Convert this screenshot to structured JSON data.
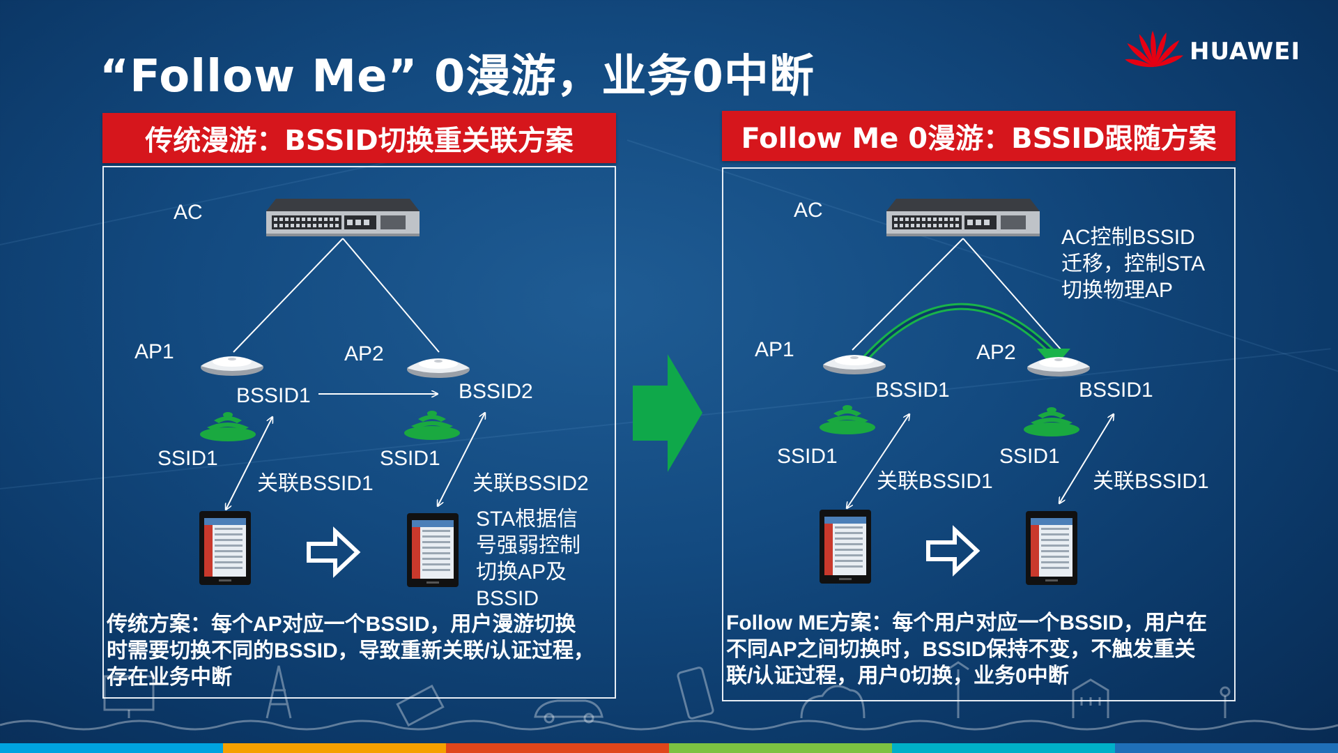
{
  "title": "“Follow Me”  0漫游，业务0中断",
  "brand": {
    "name": "HUAWEI",
    "color": "#e60012"
  },
  "colors": {
    "header_red": "#d6161c",
    "arrow_green": "#0fa84a",
    "signal_green": "#1aa940"
  },
  "left_panel": {
    "header": "传统漫游：BSSID切换重关联方案",
    "ac": "AC",
    "ap1": "AP1",
    "ap2": "AP2",
    "bssid1": "BSSID1",
    "bssid2": "BSSID2",
    "ssid_a": "SSID1",
    "ssid_b": "SSID1",
    "assoc1": "关联BSSID1",
    "assoc2": "关联BSSID2",
    "sta_note": [
      "STA根据信",
      "号强弱控制",
      "切换AP及",
      "BSSID"
    ],
    "desc": [
      "传统方案：每个AP对应一个BSSID，用户漫游切换",
      "时需要切换不同的BSSID，导致重新关联/认证过程，",
      "存在业务中断"
    ]
  },
  "right_panel": {
    "header": "Follow Me 0漫游：BSSID跟随方案",
    "ac": "AC",
    "ap1": "AP1",
    "ap2": "AP2",
    "bssid1": "BSSID1",
    "bssid2": "BSSID1",
    "ssid_a": "SSID1",
    "ssid_b": "SSID1",
    "assoc1": "关联BSSID1",
    "assoc2": "关联BSSID1",
    "ac_note": [
      "AC控制BSSID",
      "迁移，控制STA",
      "切换物理AP"
    ],
    "desc": [
      "Follow ME方案：每个用户对应一个BSSID，用户在",
      "不同AP之间切换时，BSSID保持不变，不触发重关",
      "联/认证过程，用户0切换，业务0中断"
    ]
  }
}
